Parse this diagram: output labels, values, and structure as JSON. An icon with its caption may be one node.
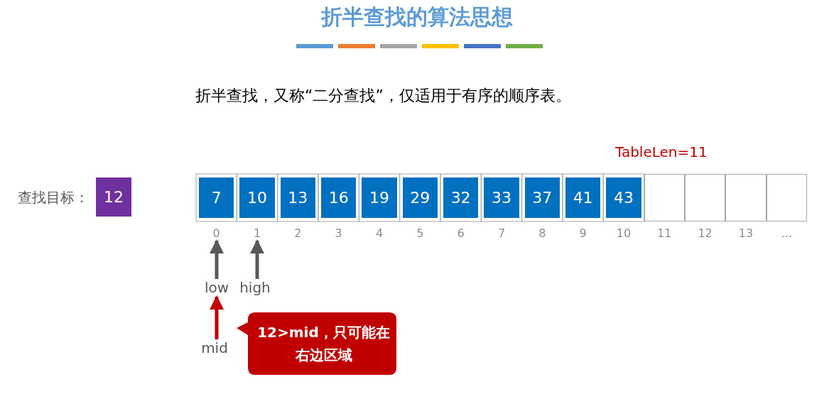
{
  "diagram": {
    "title": "折半查找的算法思想",
    "nodes": [
      {
        "text": [
          "12"
        ],
        "beside": [
          "查找目标："
        ]
      },
      {
        "text": [
          "7"
        ]
      },
      {
        "text": [
          "10"
        ]
      },
      {
        "text": [
          "13"
        ]
      },
      {
        "text": [
          "16"
        ]
      },
      {
        "text": [
          "19"
        ]
      },
      {
        "text": [
          "29"
        ]
      },
      {
        "text": [
          "32"
        ]
      },
      {
        "text": [
          "33"
        ]
      },
      {
        "text": [
          "37"
        ]
      },
      {
        "text": [
          "41"
        ]
      },
      {
        "text": [
          "43"
        ]
      },
      {
        "text": [],
        "shape": "box"
      },
      {
        "text": [],
        "shape": "box"
      },
      {
        "text": [],
        "shape": "box"
      },
      {
        "text": [],
        "shape": "box"
      },
      {
        "text": [
          "0"
        ]
      },
      {
        "text": [
          "1"
        ]
      },
      {
        "text": [
          "2"
        ]
      },
      {
        "text": [
          "3"
        ]
      },
      {
        "text": [
          "4"
        ]
      },
      {
        "text": [
          "5"
        ]
      },
      {
        "text": [
          "6"
        ]
      },
      {
        "text": [
          "7"
        ]
      },
      {
        "text": [
          "8"
        ]
      },
      {
        "text": [
          "9"
        ]
      },
      {
        "text": [
          "10"
        ]
      },
      {
        "text": [
          "11"
        ]
      },
      {
        "text": [
          "12"
        ]
      },
      {
        "text": [
          "13"
        ]
      },
      {
        "text": [
          "…"
        ]
      },
      {
        "text": [
          "low"
        ]
      },
      {
        "text": [
          "high"
        ]
      },
      {
        "text": [
          "mid"
        ]
      },
      {
        "text": [
          "12>mid，只可能在右边区域"
        ]
      }
    ],
    "edges": [
      {
        "from": 31,
        "to": 16,
        "arrow": "to"
      },
      {
        "from": 32,
        "to": 17,
        "arrow": "to"
      },
      {
        "from": 33,
        "to": 31,
        "arrow": "to",
        "color": "#c00000"
      }
    ],
    "labels": [
      "折半查找，又称“二分查找”，仅适用于有序的顺序表。",
      "TableLen=11"
    ]
  }
}
